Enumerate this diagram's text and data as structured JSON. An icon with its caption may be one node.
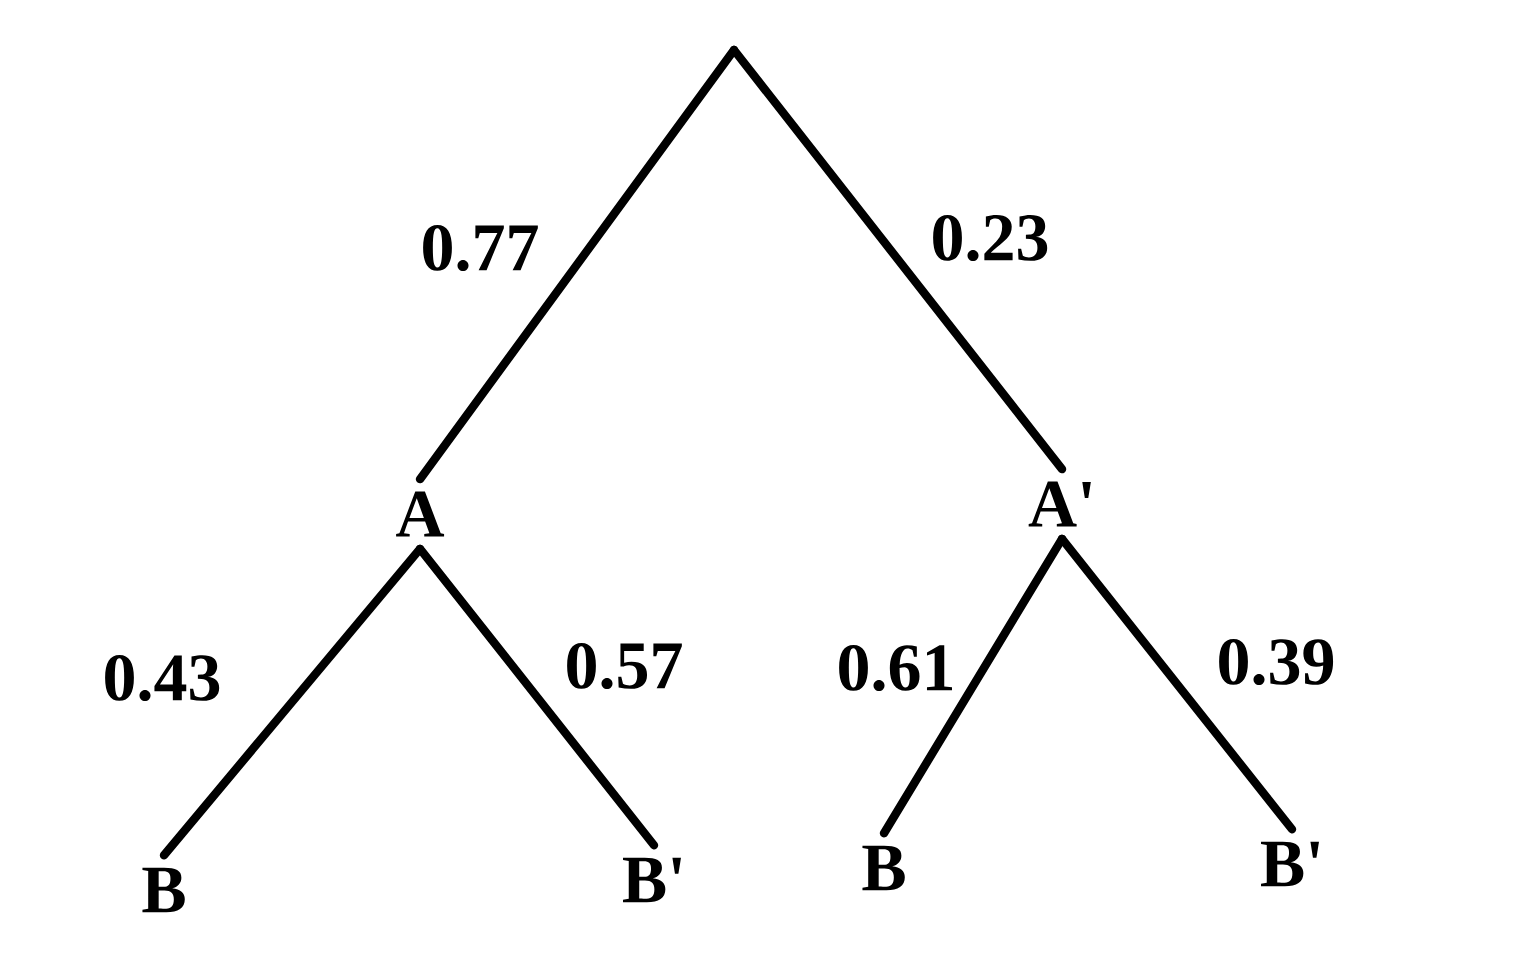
{
  "diagram": {
    "nodes": [
      {
        "text": [
          "A"
        ]
      },
      {
        "text": [
          "A'"
        ]
      },
      {
        "text": [
          "B"
        ]
      },
      {
        "text": [
          "B'"
        ]
      },
      {
        "text": [
          "B"
        ]
      },
      {
        "text": [
          "B'"
        ]
      }
    ],
    "edges": [
      {
        "from": null,
        "to": 0,
        "arrow": "none",
        "label": "0.77"
      },
      {
        "from": null,
        "to": 1,
        "arrow": "none",
        "label": "0.23"
      },
      {
        "from": 0,
        "to": 2,
        "arrow": "none",
        "label": "0.43"
      },
      {
        "from": 0,
        "to": 3,
        "arrow": "none",
        "label": "0.57"
      },
      {
        "from": 1,
        "to": 4,
        "arrow": "none",
        "label": "0.61"
      },
      {
        "from": 1,
        "to": 5,
        "arrow": "none",
        "label": "0.39"
      }
    ]
  }
}
